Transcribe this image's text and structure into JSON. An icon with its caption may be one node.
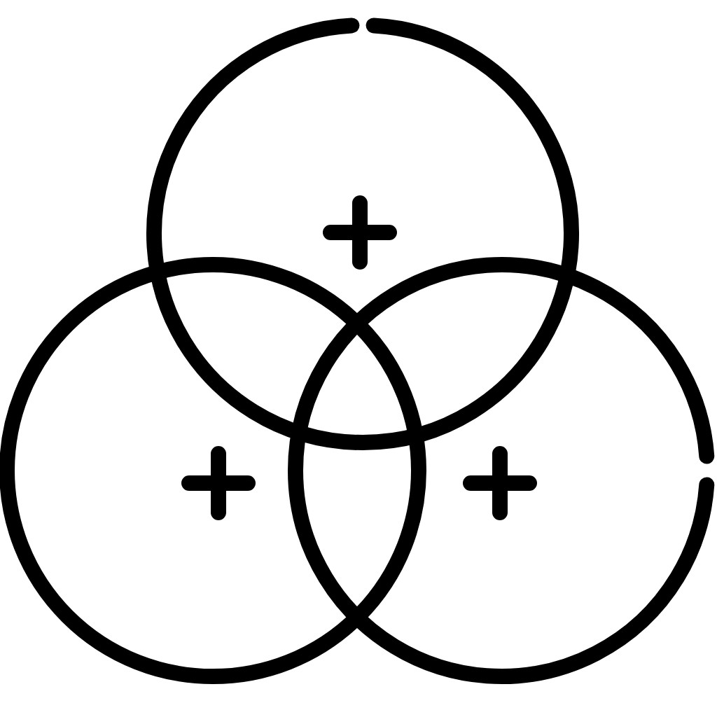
{
  "diagram": {
    "nodes": [
      {
        "text": [],
        "shape": "circle"
      },
      {
        "text": [],
        "shape": "circle"
      },
      {
        "text": [],
        "shape": "circle"
      }
    ]
  }
}
